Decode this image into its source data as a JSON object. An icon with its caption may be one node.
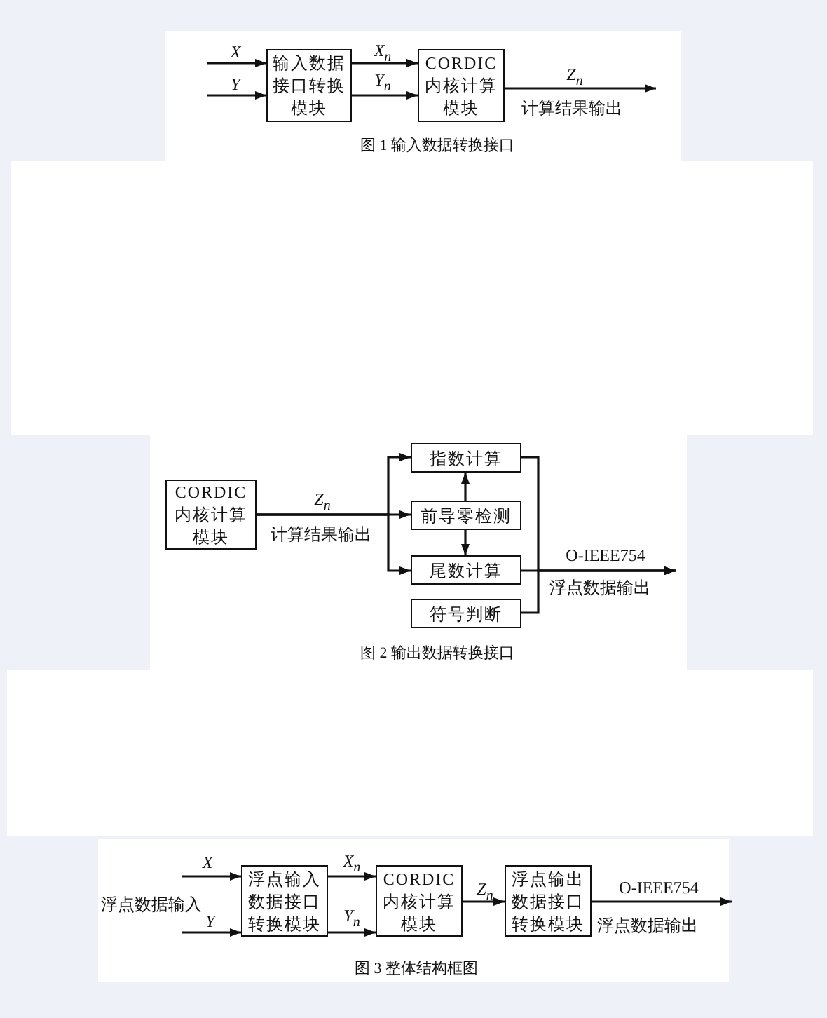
{
  "diagram": {
    "nodes": [
      {
        "text": [
          "输入数据接口转换模块"
        ]
      },
      {
        "text": [
          "CORDIC内核计算模块"
        ]
      },
      {
        "text": [
          "CORDIC内核计算模块"
        ]
      },
      {
        "text": [
          "指数计算"
        ]
      },
      {
        "text": [
          "前导零检测"
        ]
      },
      {
        "text": [
          "尾数计算"
        ]
      },
      {
        "text": [
          "符号判断"
        ]
      },
      {
        "text": [
          "浮点输入数据接口转换模块"
        ]
      },
      {
        "text": [
          "CORDIC内核计算模块"
        ]
      },
      {
        "text": [
          "浮点输出数据接口转换模块"
        ]
      }
    ],
    "edges": [
      {
        "from": null,
        "to": 0,
        "arrow": "to",
        "label": "X"
      },
      {
        "from": null,
        "to": 0,
        "arrow": "to",
        "label": "Y"
      },
      {
        "from": 0,
        "to": 1,
        "arrow": "to",
        "label": "X$_{n}$"
      },
      {
        "from": 0,
        "to": 1,
        "arrow": "to",
        "label": "Y$_{n}$"
      },
      {
        "from": 1,
        "to": null,
        "arrow": "to",
        "label": "Z$_{n}$"
      },
      {
        "from": 2,
        "to": 4,
        "arrow": "to",
        "label": "Z$_{n}$"
      },
      {
        "from": 2,
        "to": 3,
        "arrow": "to"
      },
      {
        "from": 2,
        "to": 5,
        "arrow": "to"
      },
      {
        "from": 4,
        "to": 3,
        "arrow": "to"
      },
      {
        "from": 4,
        "to": 5,
        "arrow": "to"
      },
      {
        "from": 3,
        "to": null,
        "arrow": "to"
      },
      {
        "from": 5,
        "to": null,
        "arrow": "to",
        "label": "O-IEEE754"
      },
      {
        "from": 6,
        "to": null,
        "arrow": "to"
      },
      {
        "from": null,
        "to": 7,
        "arrow": "to",
        "label": "X"
      },
      {
        "from": null,
        "to": 7,
        "arrow": "to",
        "label": "Y"
      },
      {
        "from": 7,
        "to": 8,
        "arrow": "to",
        "label": "X$_{n}$"
      },
      {
        "from": 7,
        "to": 8,
        "arrow": "to",
        "label": "Y$_{n}$"
      },
      {
        "from": 8,
        "to": 9,
        "arrow": "to",
        "label": "Z$_{n}$"
      },
      {
        "from": 9,
        "to": null,
        "arrow": "to",
        "label": "O-IEEE754"
      }
    ],
    "labels": [
      "计算结果输出",
      "图 1 输入数据转换接口",
      "计算结果输出",
      "浮点数据输出",
      "图 2 输出数据转换接口",
      "浮点数据输入",
      "浮点数据输出",
      "图 3 整体结构框图"
    ]
  }
}
